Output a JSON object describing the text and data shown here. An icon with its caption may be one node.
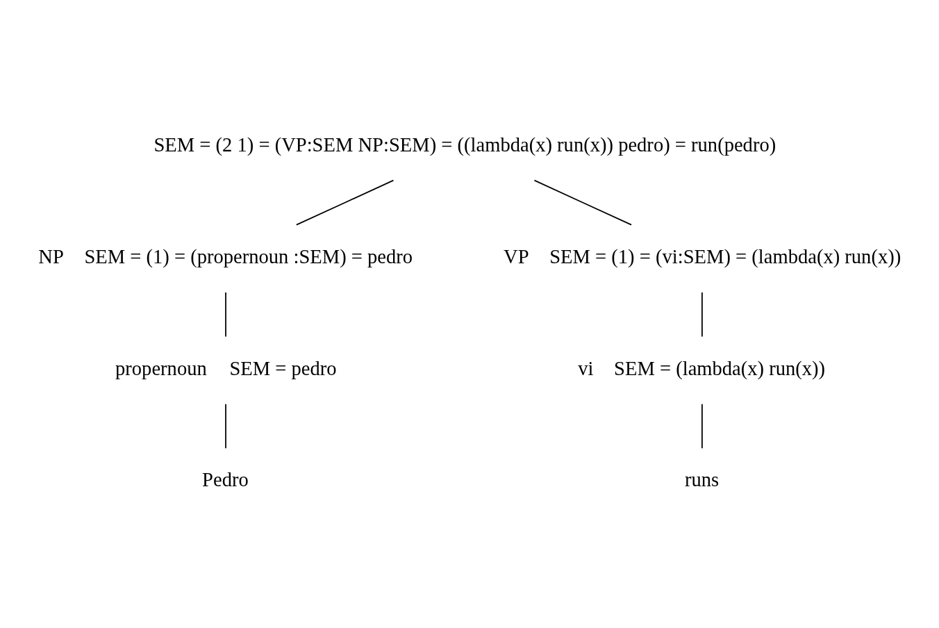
{
  "diagram": {
    "nodes": [
      {
        "text": [
          "SEM = (2 1) = (VP:SEM NP:SEM) = ((lambda(x) run(x)) pedro) = run(pedro)"
        ]
      },
      {
        "text": [
          "NP"
        ],
        "beside": [
          "SEM = (1) = (propernoun :SEM) = pedro"
        ]
      },
      {
        "text": [
          "propernoun"
        ],
        "beside": [
          "SEM = pedro"
        ]
      },
      {
        "text": [
          "Pedro"
        ]
      },
      {
        "text": [
          "VP"
        ],
        "beside": [
          "SEM = (1) = (vi:SEM) = (lambda(x) run(x))"
        ]
      },
      {
        "text": [
          "vi"
        ],
        "beside": [
          "SEM = (lambda(x) run(x))"
        ]
      },
      {
        "text": [
          "runs"
        ]
      }
    ],
    "edges": [
      {
        "from": 0,
        "to": 1,
        "arrow": "none"
      },
      {
        "from": 1,
        "to": 2,
        "arrow": "none"
      },
      {
        "from": 2,
        "to": 3,
        "arrow": "none"
      },
      {
        "from": 0,
        "to": 4,
        "arrow": "none"
      },
      {
        "from": 4,
        "to": 5,
        "arrow": "none"
      },
      {
        "from": 5,
        "to": 6,
        "arrow": "none"
      }
    ]
  }
}
